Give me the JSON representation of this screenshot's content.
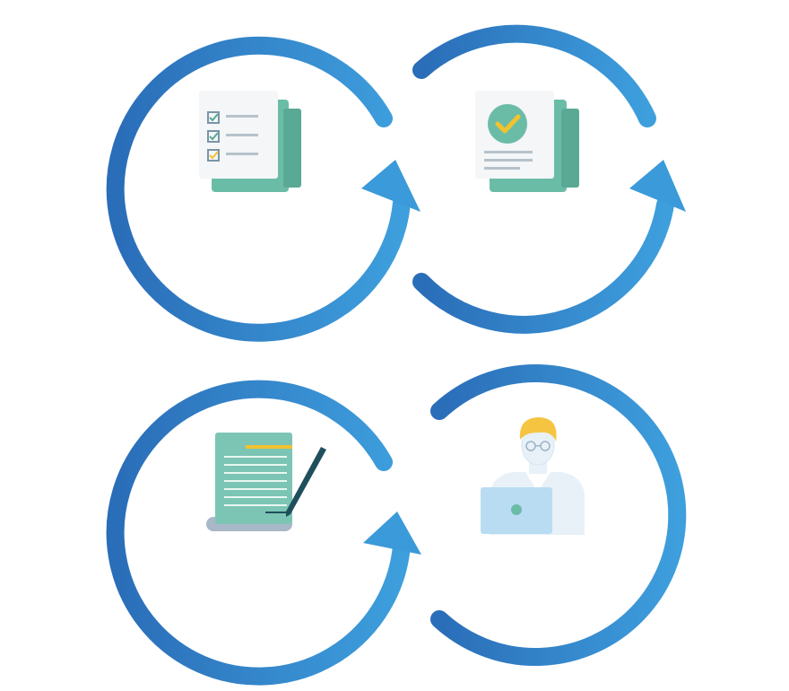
{
  "colors": {
    "arrow_dark": "#2a6db8",
    "arrow_light": "#3e9fdd",
    "background": "#ffffff",
    "card_teal": "#7cc5b4",
    "card_teal_dark": "#5aa995",
    "paper": "#f4f6f7",
    "check_yellow": "#f2c230",
    "line_gray": "#b6c2cb",
    "hair_yellow": "#f5c542",
    "laptop_blue": "#b9dcf3"
  },
  "cycles": [
    {
      "icon": "checklist-document-icon",
      "arrow": "clockwise-loop-arrow"
    },
    {
      "icon": "approved-document-icon",
      "arrow": "clockwise-loop-arrow"
    },
    {
      "icon": "scroll-and-pen-icon",
      "arrow": "clockwise-loop-arrow"
    },
    {
      "icon": "person-with-laptop-icon",
      "arrow": "open-loop-arc"
    }
  ]
}
